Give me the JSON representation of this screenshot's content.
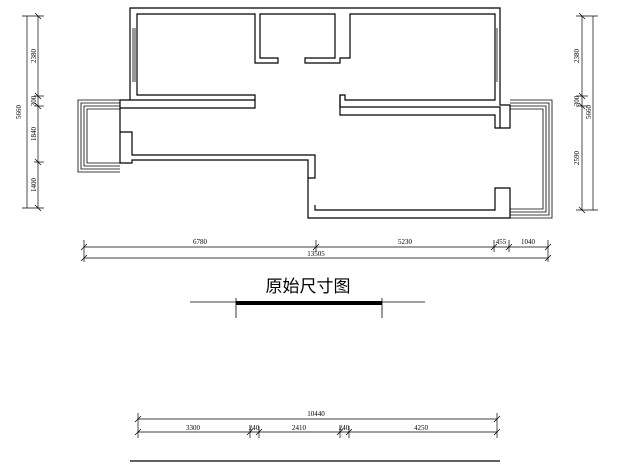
{
  "drawing": {
    "title": "原始尺寸图"
  },
  "left_dims": {
    "total": "5660",
    "a": "2380",
    "b": "300",
    "c": "1840",
    "d": "1400"
  },
  "right_dims": {
    "total": "5660",
    "a": "2380",
    "b": "300",
    "c": "2590"
  },
  "bottom_dims": {
    "total": "13505",
    "a": "6780",
    "b": "5230",
    "c": "455",
    "d": "1040"
  },
  "lower_dims": {
    "total": "10440",
    "a": "3300",
    "b": "240",
    "c": "2410",
    "d": "240",
    "e": "4250"
  }
}
